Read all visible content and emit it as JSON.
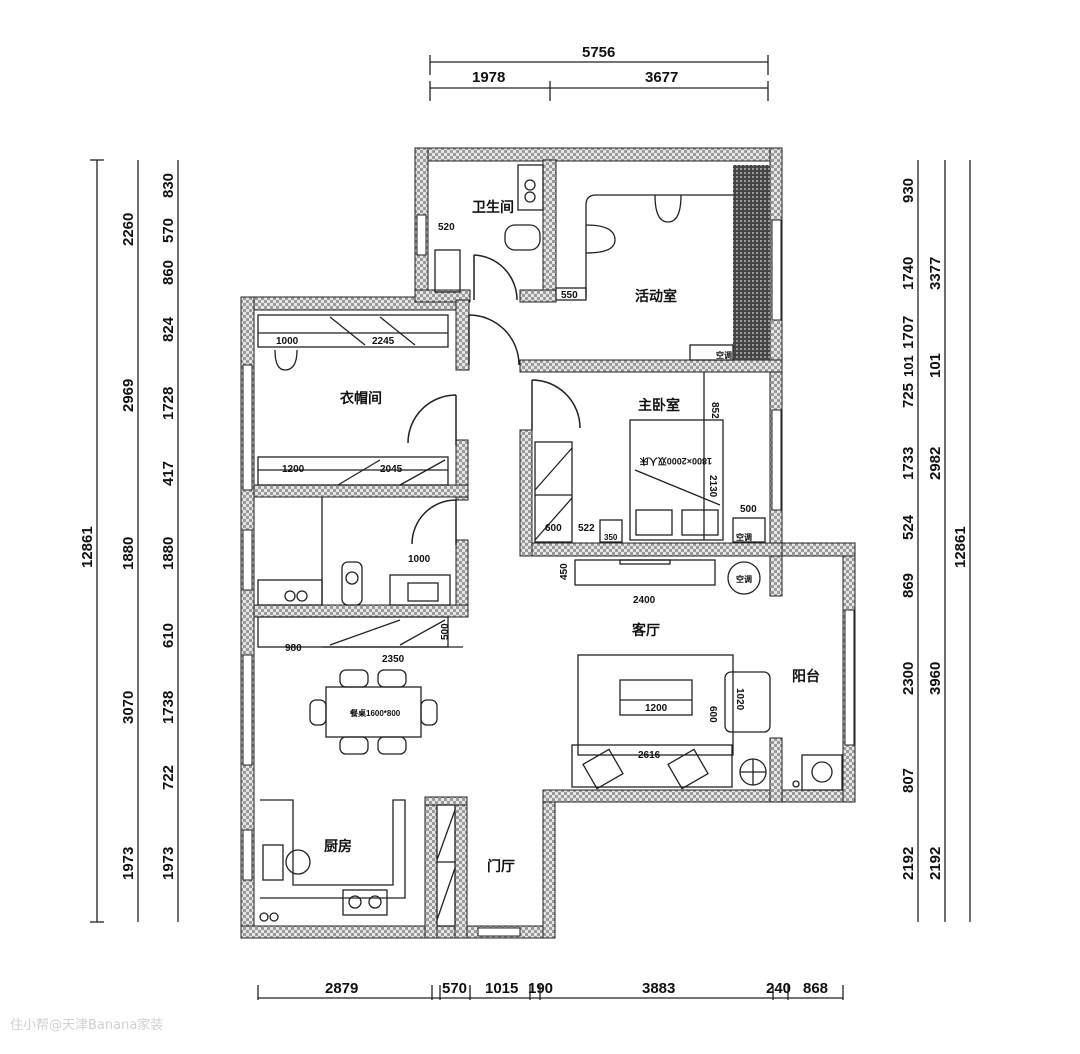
{
  "rooms": {
    "bathroom_top": "卫生间",
    "activity_room": "活动室",
    "cloakroom": "衣帽间",
    "master_bedroom": "主卧室",
    "living_room": "客厅",
    "balcony": "阳台",
    "kitchen": "厨房",
    "foyer": "门厅"
  },
  "top_dims": {
    "total": "5756",
    "parts": [
      "1978",
      "3677"
    ]
  },
  "left_dims": {
    "total": "12861",
    "mid": [
      "2260",
      "2969",
      "1880",
      "3070",
      "1973"
    ],
    "inner": [
      "830",
      "570",
      "860",
      "824",
      "1728",
      "417",
      "1880",
      "610",
      "1738",
      "722",
      "1973"
    ]
  },
  "right_dims": {
    "inner": [
      "930",
      "1740",
      "1707",
      "101",
      "725",
      "1733",
      "524",
      "869",
      "2300",
      "807",
      "2192"
    ],
    "mid": [
      "3377",
      "101",
      "2982",
      "3960",
      "2192"
    ],
    "total": "12861"
  },
  "bottom_dims": [
    "2879",
    "570",
    "1015",
    "190",
    "3883",
    "240",
    "868"
  ],
  "furniture_labels": {
    "bath_620": "520",
    "activity_550": "550",
    "ac_activity": "空调",
    "closet_top_1000": "1000",
    "closet_top_2245": "2245",
    "closet_bottom_1200": "1200",
    "closet_bottom_2045": "2045",
    "bath2_1000": "1000",
    "cabinet_980": "980",
    "cabinet_2350": "2350",
    "cabinet_500": "500",
    "bedroom_852": "852",
    "bed_label": "1800×2000双人床",
    "bed_2130": "2130",
    "bedroom_500": "500",
    "wardrobe_600": "600",
    "wardrobe_522": "522",
    "bedside_350": "350",
    "ac_bedroom": "空调",
    "tv_2400": "2400",
    "tv_450": "450",
    "ac_living": "空调",
    "table_1200": "1200",
    "table_600": "600",
    "armchair_1020": "1020",
    "sofa_2616": "2616",
    "dining_table": "餐桌1600*800"
  },
  "watermark": "住小帮@天津Banana家装"
}
